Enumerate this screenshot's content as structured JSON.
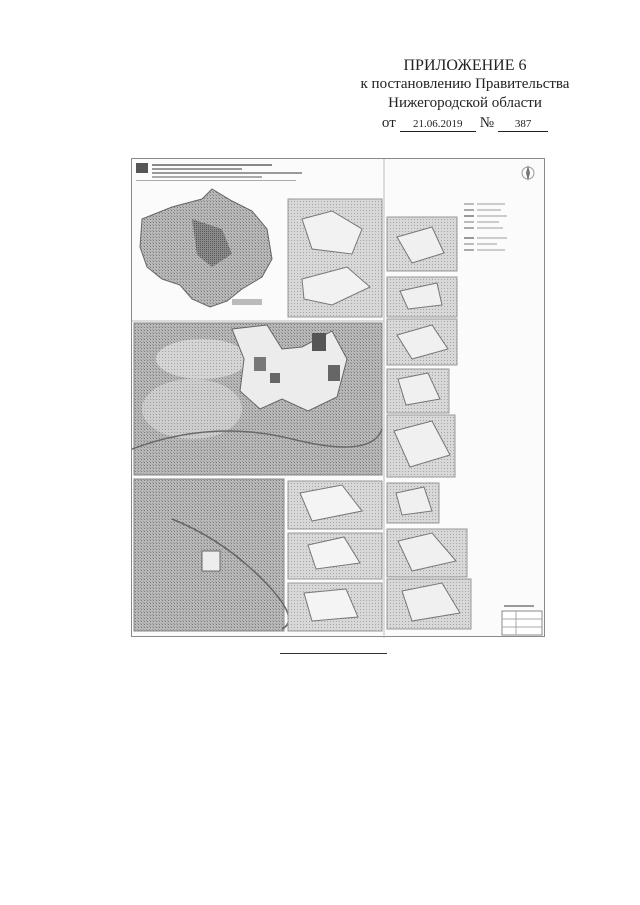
{
  "header": {
    "appendix_title": "ПРИЛОЖЕНИЕ 6",
    "line2": "к постановлению Правительства",
    "line3": "Нижегородской области",
    "date_prefix": "от",
    "date_value": "21.06.2019",
    "number_sign": "№",
    "number_value": "387"
  },
  "map_sheet": {
    "tone_colors": [
      "#8f8f8f",
      "#a9a9a9",
      "#c4c4c4",
      "#dcdcdc"
    ]
  }
}
